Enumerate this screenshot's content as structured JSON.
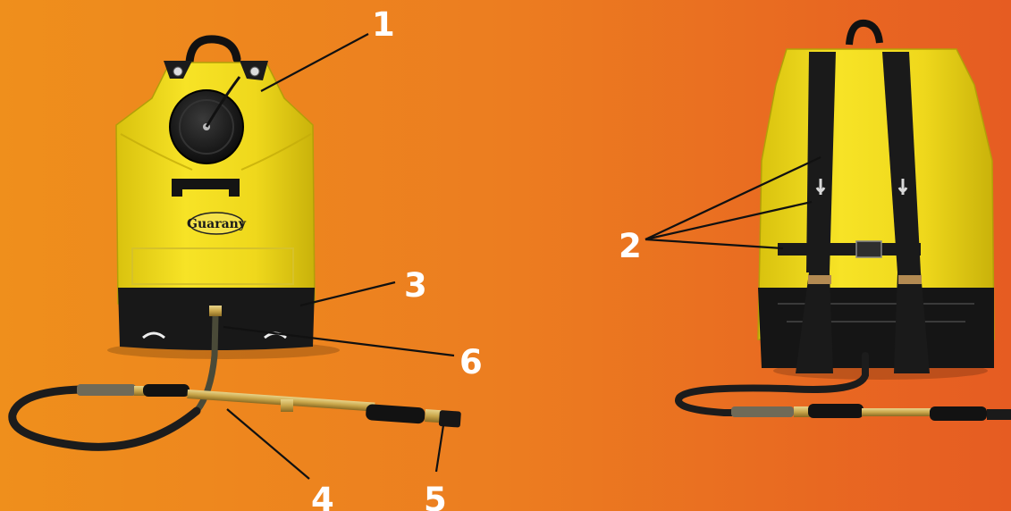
{
  "figure": {
    "background": {
      "from": "#ef8f1c",
      "to": "#e65c22"
    },
    "brand_logo_text": "Guarany",
    "colors": {
      "bag_yellow": "#f2dc1a",
      "bag_black": "#1a1a1a",
      "brass": "#c9a64a",
      "leader_line": "#111111",
      "label": "#ffffff"
    },
    "callouts": [
      {
        "id": "1",
        "text": "1"
      },
      {
        "id": "2",
        "text": "2"
      },
      {
        "id": "3",
        "text": "3"
      },
      {
        "id": "4",
        "text": "4"
      },
      {
        "id": "5",
        "text": "5"
      },
      {
        "id": "6",
        "text": "6"
      }
    ]
  }
}
